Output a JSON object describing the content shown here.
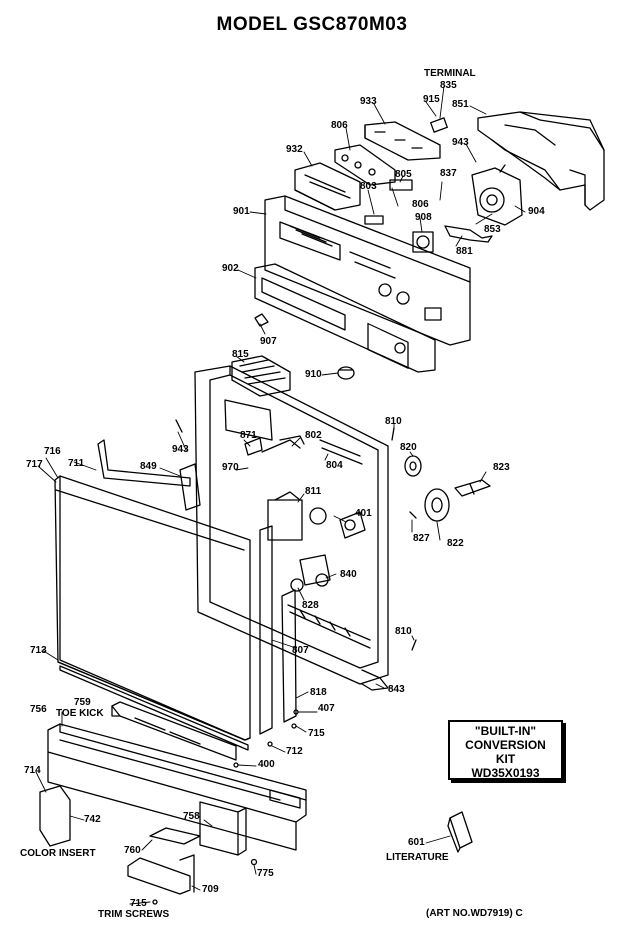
{
  "title": "MODEL GSC870M03",
  "labels": {
    "terminal": "TERMINAL",
    "p835": "835",
    "p933": "933",
    "p915": "915",
    "p851": "851",
    "p806a": "806",
    "p943a": "943",
    "p932": "932",
    "p805": "805",
    "p837": "837",
    "p803": "803",
    "p806b": "806",
    "p901": "901",
    "p908": "908",
    "p904": "904",
    "p853": "853",
    "p881": "881",
    "p902": "902",
    "p907": "907",
    "p815": "815",
    "p910": "910",
    "p810a": "810",
    "p943b": "943",
    "p871": "871",
    "p802": "802",
    "p820": "820",
    "p716": "716",
    "p717": "717",
    "p711": "711",
    "p849": "849",
    "p970": "970",
    "p804": "804",
    "p823": "823",
    "p811": "811",
    "p401": "401",
    "p827": "827",
    "p822": "822",
    "p840": "840",
    "p828": "828",
    "p810b": "810",
    "p713": "713",
    "p807": "807",
    "p843": "843",
    "p818": "818",
    "p407": "407",
    "p756": "756",
    "p715a": "715",
    "p712": "712",
    "p400": "400",
    "p714": "714",
    "p742": "742",
    "p758": "758",
    "p760": "760",
    "p775": "775",
    "p709": "709",
    "p715b": "715",
    "p601": "601",
    "toe_kick": "TOE KICK",
    "p759": "759"
  },
  "captions": {
    "color_insert": "COLOR INSERT",
    "trim_screws": "TRIM SCREWS",
    "literature": "LITERATURE"
  },
  "kit_box": {
    "line1": "\"BUILT-IN\"",
    "line2": "CONVERSION",
    "line3": "KIT",
    "line4": "WD35X0193"
  },
  "art_no": "(ART NO.WD7919) C"
}
